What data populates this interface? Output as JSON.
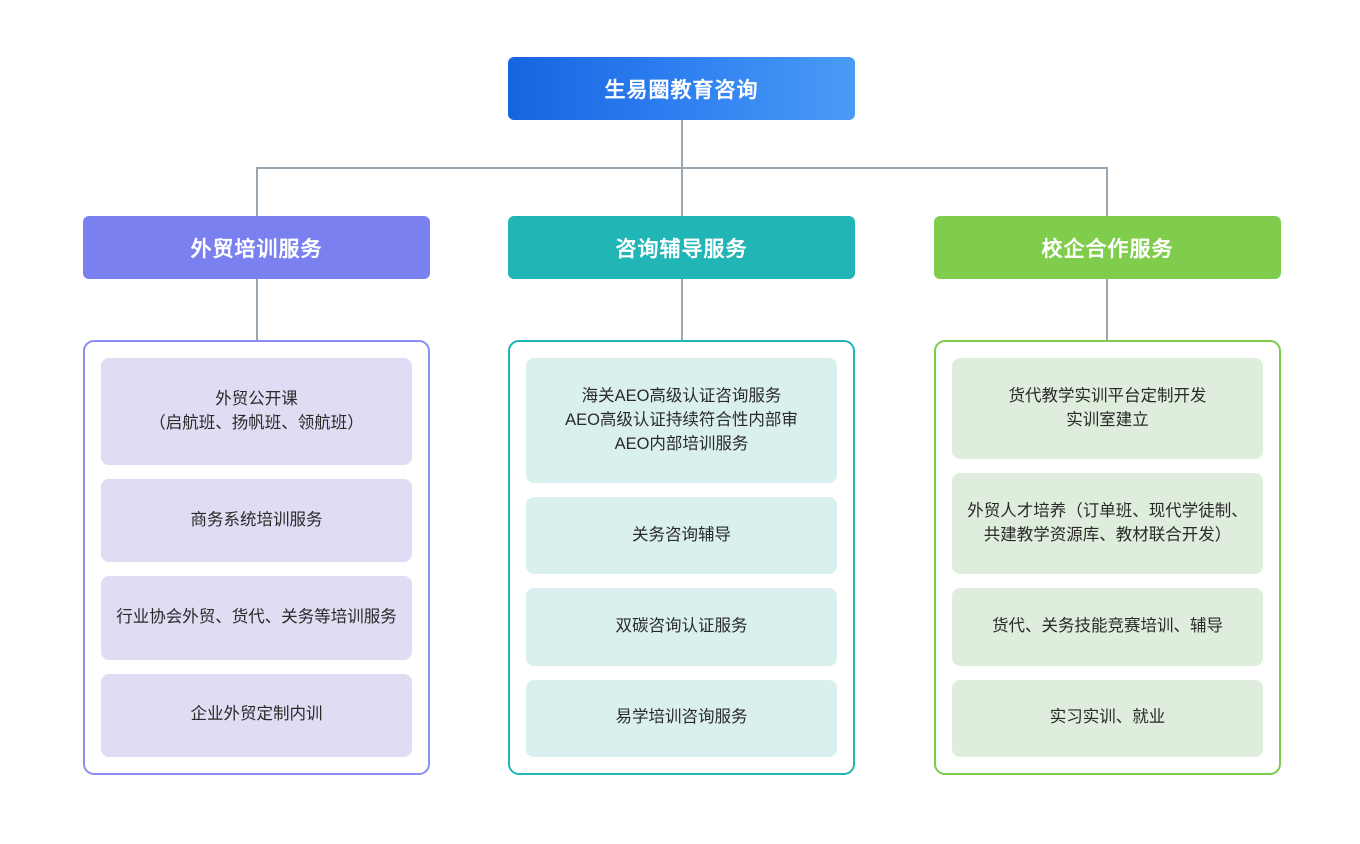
{
  "diagram": {
    "type": "organization-chart",
    "root": {
      "label": "生易圈教育咨询",
      "gradient_from": "#1565e0",
      "gradient_to": "#4a9bf5"
    },
    "connector_color": "#9aa7b0",
    "branches": [
      {
        "label": "外贸培训服务",
        "accent": "#7b80f0",
        "border": "#8c8ef2",
        "item_fill": "#dfdcf3",
        "items": [
          "外贸公开课\n（启航班、扬帆班、领航班）",
          "商务系统培训服务",
          "行业协会外贸、货代、关务等培训服务",
          "企业外贸定制内训"
        ]
      },
      {
        "label": "咨询辅导服务",
        "accent": "#22b5b5",
        "border": "#20b6b6",
        "item_fill": "#daf0ef",
        "items": [
          "海关AEO高级认证咨询服务\nAEO高级认证持续符合性内部审\nAEO内部培训服务",
          "关务咨询辅导",
          "双碳咨询认证服务",
          "易学培训咨询服务"
        ]
      },
      {
        "label": "校企合作服务",
        "accent": "#80cd4e",
        "border": "#7ccb4a",
        "item_fill": "#dfeedc",
        "items": [
          "货代教学实训平台定制开发\n实训室建立",
          "外贸人才培养（订单班、现代学徒制、共建教学资源库、教材联合开发）",
          "货代、关务技能竞赛培训、辅导",
          "实习实训、就业"
        ]
      }
    ]
  }
}
